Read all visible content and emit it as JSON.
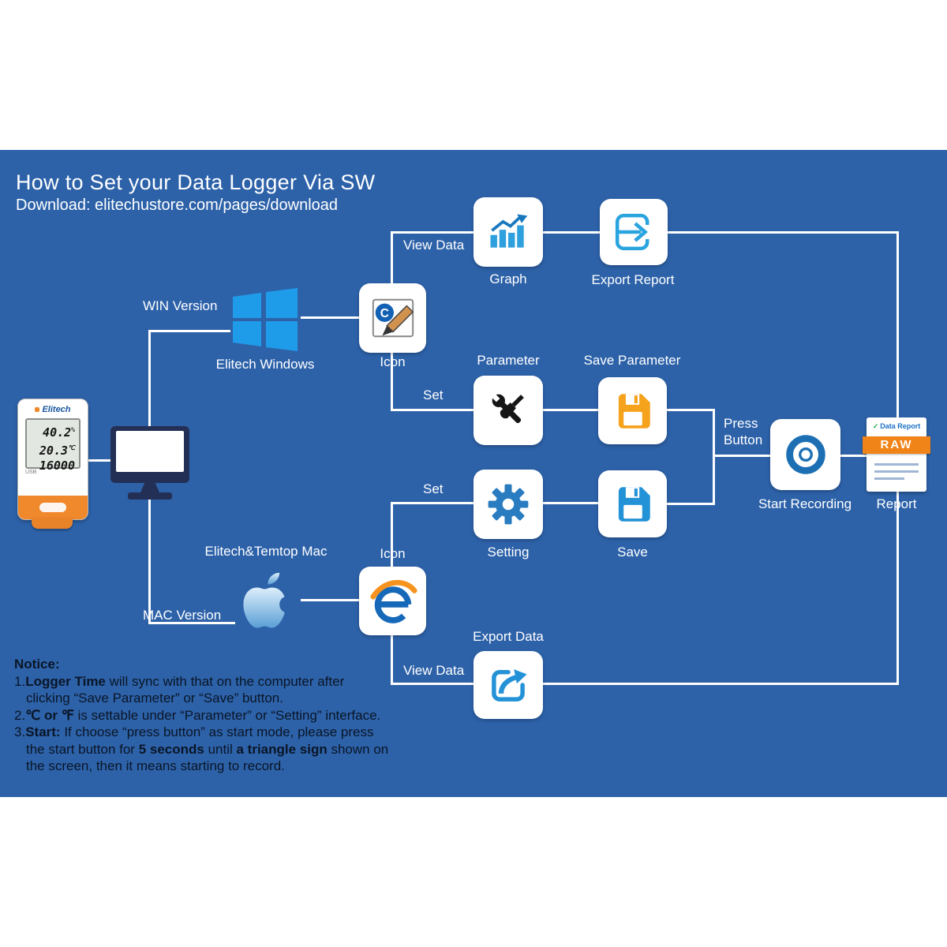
{
  "colors": {
    "background_blue": "#2d62a9",
    "line_white": "#ffffff",
    "accent_orange": "#f0882c",
    "accent_blue": "#2492d6"
  },
  "header": {
    "title": "How to Set your Data Logger Via SW",
    "subtitle": "Download: elitechustore.com/pages/download"
  },
  "flow": {
    "view_data_top": "View Data",
    "graph": "Graph",
    "export_report": "Export Report",
    "win_version": "WIN Version",
    "elitech_windows": "Elitech Windows",
    "icon_win": "Icon",
    "set_top": "Set",
    "parameter": "Parameter",
    "save_parameter": "Save Parameter",
    "press_button": "Press\nButton",
    "set_bottom": "Set",
    "setting": "Setting",
    "save": "Save",
    "start_recording": "Start Recording",
    "report": "Report",
    "elitech_temtop_mac": "Elitech&Temtop Mac",
    "icon_mac": "Icon",
    "mac_version": "MAC Version",
    "export_data": "Export Data",
    "view_data_bottom": "View Data"
  },
  "report_icon": {
    "check": "✓",
    "title": "Data Report",
    "banner": "RAW"
  },
  "win_app_icon": {
    "letter": "C"
  },
  "device": {
    "brand": "Elitech",
    "reading1_value": "40.2",
    "reading1_unit": "%",
    "reading2_value": "20.3",
    "reading2_unit": "℃",
    "reading3_value": "16000",
    "port_label": "USB"
  },
  "notice": {
    "heading": "Notice:",
    "n1_l1a": "1.",
    "n1_l1b": "Logger Time",
    "n1_l1c": " will sync with that on the computer after",
    "n1_l2": "clicking “Save Parameter” or “Save” button.",
    "n2_a": "2.",
    "n2_b": "℃ or ℉",
    "n2_c": " is settable under “Parameter” or “Setting” interface.",
    "n3_l1a": "3.",
    "n3_l1b": "Start:",
    "n3_l1c": " If choose “press button” as start mode, please press",
    "n3_l2a": "the start button for ",
    "n3_l2b": "5 seconds",
    "n3_l2c": " until ",
    "n3_l2d": "a triangle sign",
    "n3_l2e": " shown on",
    "n3_l3": "the screen, then it means starting to record."
  }
}
